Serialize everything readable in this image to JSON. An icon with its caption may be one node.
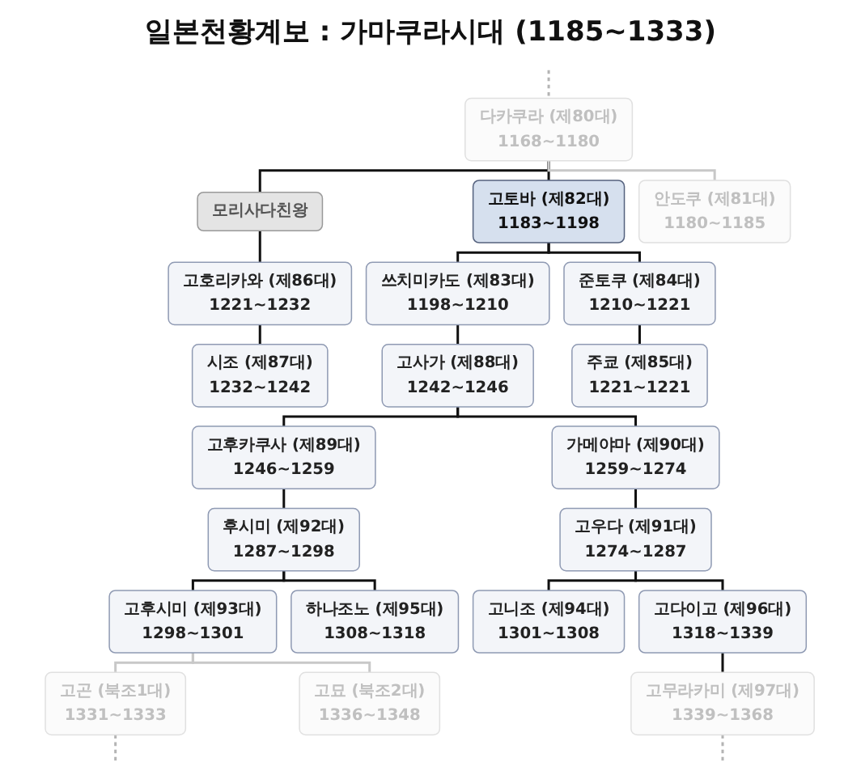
{
  "diagram": {
    "title": "일본천황계보 : 가마쿠라시대 (1185~1333)",
    "nodes": [
      {
        "text": [
          "다카쿠라 (제80대)",
          "1168~1180"
        ]
      },
      {
        "text": [
          "모리사다친왕"
        ]
      },
      {
        "text": [
          "고토바 (제82대)",
          "1183~1198"
        ]
      },
      {
        "text": [
          "안도쿠 (제81대)",
          "1180~1185"
        ]
      },
      {
        "text": [
          "고호리카와 (제86대)",
          "1221~1232"
        ]
      },
      {
        "text": [
          "쓰치미카도 (제83대)",
          "1198~1210"
        ]
      },
      {
        "text": [
          "준토쿠 (제84대)",
          "1210~1221"
        ]
      },
      {
        "text": [
          "시조 (제87대)",
          "1232~1242"
        ]
      },
      {
        "text": [
          "고사가 (제88대)",
          "1242~1246"
        ]
      },
      {
        "text": [
          "주쿄 (제85대)",
          "1221~1221"
        ]
      },
      {
        "text": [
          "고후카쿠사 (제89대)",
          "1246~1259"
        ]
      },
      {
        "text": [
          "가메야마 (제90대)",
          "1259~1274"
        ]
      },
      {
        "text": [
          "후시미 (제92대)",
          "1287~1298"
        ]
      },
      {
        "text": [
          "고우다 (제91대)",
          "1274~1287"
        ]
      },
      {
        "text": [
          "고후시미 (제93대)",
          "1298~1301"
        ]
      },
      {
        "text": [
          "하나조노 (제95대)",
          "1308~1318"
        ]
      },
      {
        "text": [
          "고니조 (제94대)",
          "1301~1308"
        ]
      },
      {
        "text": [
          "고다이고 (제96대)",
          "1318~1339"
        ]
      },
      {
        "text": [
          "고곤 (북조1대)",
          "1331~1333"
        ]
      },
      {
        "text": [
          "고묘 (북조2대)",
          "1336~1348"
        ]
      },
      {
        "text": [
          "고무라카미 (제97대)",
          "1339~1368"
        ]
      }
    ],
    "edges": [
      {
        "from": null,
        "to": 0,
        "arrow": "none",
        "style": "dashed",
        "color": "#b4b4b4"
      },
      {
        "from": 0,
        "to": 1,
        "arrow": "none"
      },
      {
        "from": 0,
        "to": 2,
        "arrow": "none"
      },
      {
        "from": 0,
        "to": 3,
        "arrow": "none",
        "color": "#c8c8c8"
      },
      {
        "from": 1,
        "to": 4,
        "arrow": "none"
      },
      {
        "from": 2,
        "to": 5,
        "arrow": "none"
      },
      {
        "from": 2,
        "to": 6,
        "arrow": "none"
      },
      {
        "from": 4,
        "to": 7,
        "arrow": "none"
      },
      {
        "from": 5,
        "to": 8,
        "arrow": "none"
      },
      {
        "from": 6,
        "to": 9,
        "arrow": "none"
      },
      {
        "from": 8,
        "to": 10,
        "arrow": "none"
      },
      {
        "from": 8,
        "to": 11,
        "arrow": "none"
      },
      {
        "from": 10,
        "to": 12,
        "arrow": "none"
      },
      {
        "from": 11,
        "to": 13,
        "arrow": "none"
      },
      {
        "from": 12,
        "to": 14,
        "arrow": "none"
      },
      {
        "from": 12,
        "to": 15,
        "arrow": "none"
      },
      {
        "from": 13,
        "to": 16,
        "arrow": "none"
      },
      {
        "from": 13,
        "to": 17,
        "arrow": "none"
      },
      {
        "from": 14,
        "to": 18,
        "arrow": "none",
        "color": "#c8c8c8"
      },
      {
        "from": 14,
        "to": 19,
        "arrow": "none",
        "color": "#c8c8c8"
      },
      {
        "from": 17,
        "to": 20,
        "arrow": "none"
      },
      {
        "from": 18,
        "to": null,
        "arrow": "none",
        "style": "dashed",
        "color": "#b4b4b4"
      },
      {
        "from": 20,
        "to": null,
        "arrow": "none",
        "style": "dashed",
        "color": "#b4b4b4"
      }
    ]
  }
}
